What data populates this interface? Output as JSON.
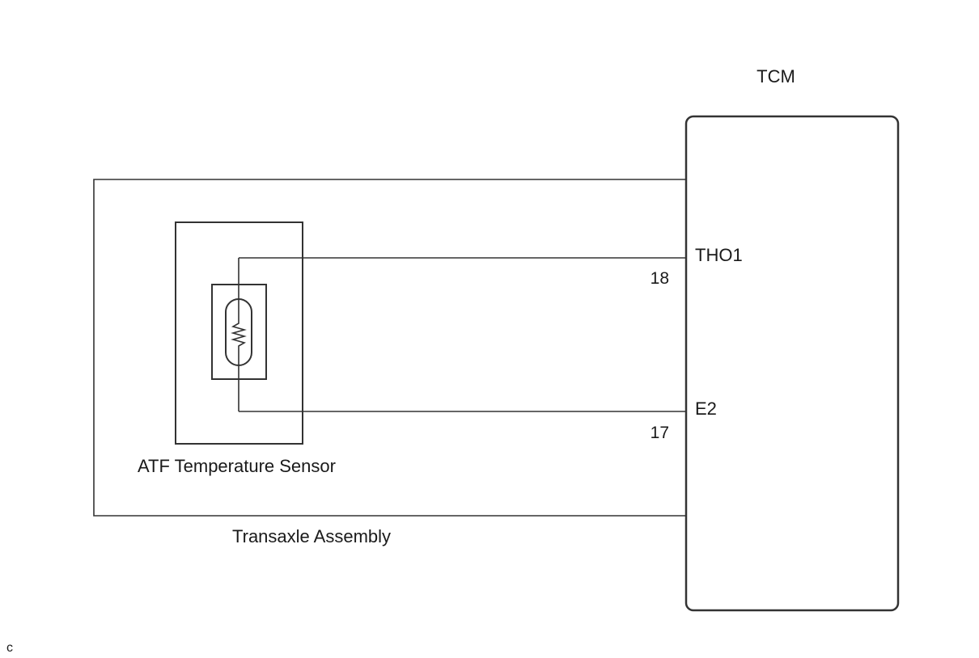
{
  "tcm": {
    "title": "TCM",
    "terminals": [
      {
        "name": "THO1",
        "pin": "18"
      },
      {
        "name": "E2",
        "pin": "17"
      }
    ]
  },
  "transaxle": {
    "label": "Transaxle Assembly"
  },
  "sensor": {
    "label": "ATF Temperature Sensor",
    "symbol": "thermistor-icon"
  },
  "corner_mark": "c",
  "colors": {
    "line": "#333333",
    "text": "#1a1a1a",
    "background": "#ffffff"
  }
}
